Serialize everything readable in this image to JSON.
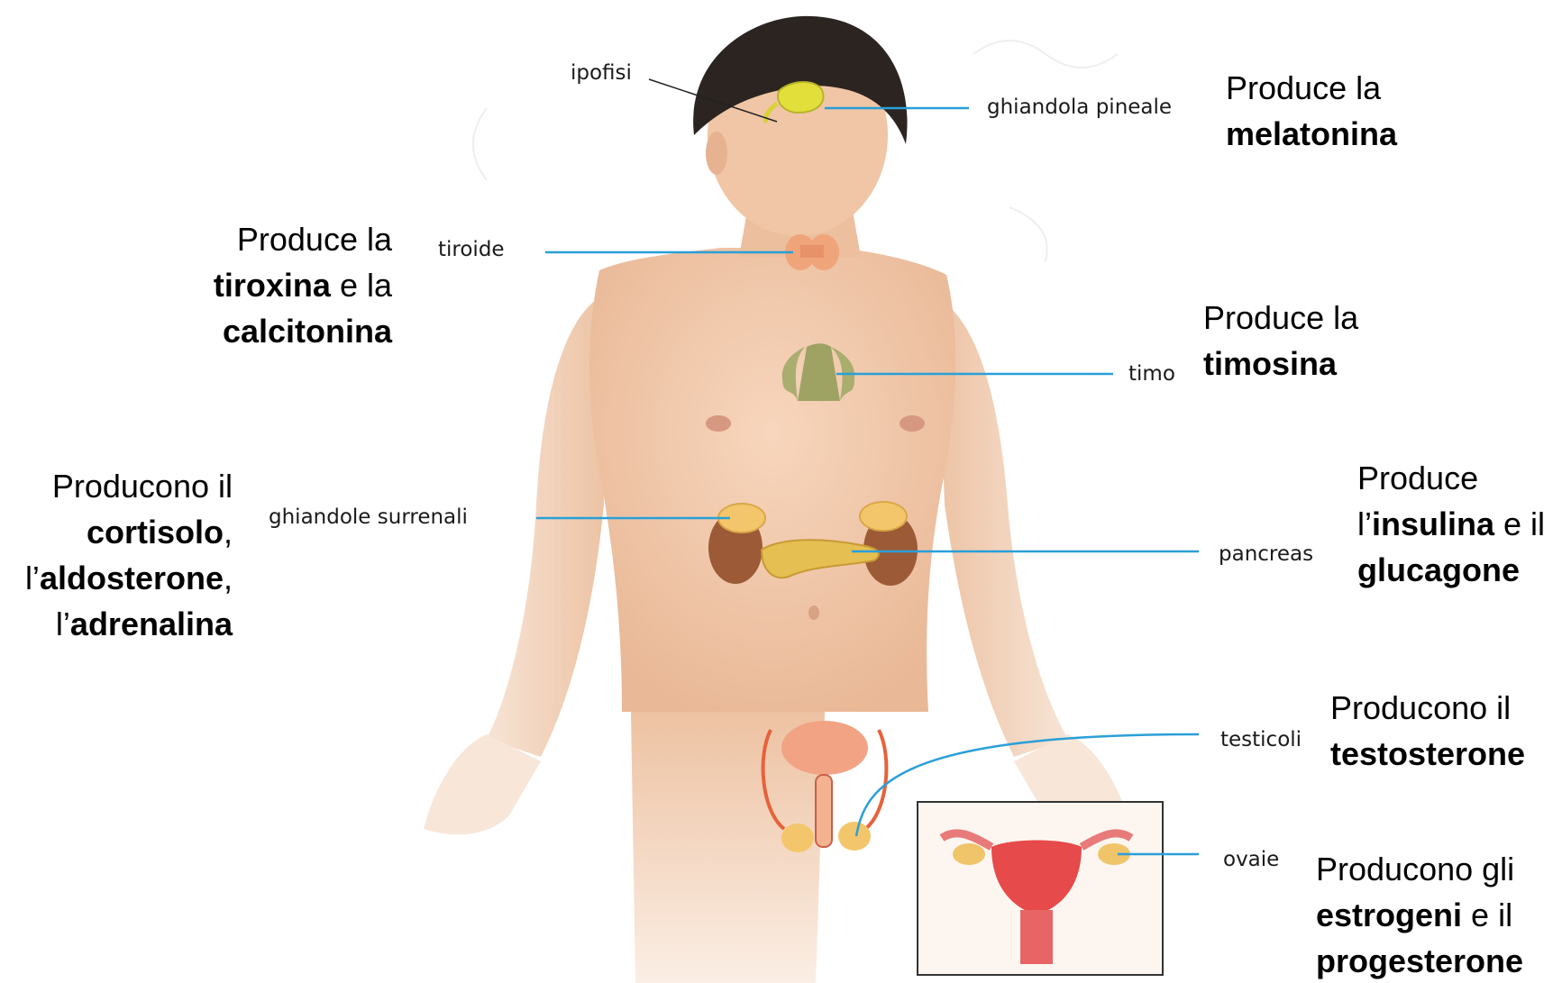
{
  "colors": {
    "leader_line": "#2a9fd8",
    "skin": "#f2c9aa",
    "hair": "#2b2420",
    "pineal": "#e3df3a",
    "thyroid": "#f0a47a",
    "thymus": "#a9ad6e",
    "adrenal": "#f3c66b",
    "kidney": "#9c5a37",
    "pancreas": "#e6bf52",
    "reproductive": "#f2a383"
  },
  "glands": {
    "ipofisi": "ipofisi",
    "pineale": "ghiandola pineale",
    "tiroide": "tiroide",
    "timo": "timo",
    "surrenali": "ghiandole surrenali",
    "pancreas": "pancreas",
    "testicoli": "testicoli",
    "ovaie": "ovaie"
  },
  "descriptions": {
    "pineale": {
      "l1": "Produce la",
      "b1": "melatonina"
    },
    "tiroide": {
      "l1": "Produce la",
      "b1": "tiroxina",
      "t1": " e la",
      "b2": "calcitonina"
    },
    "timo": {
      "l1": "Produce la",
      "b1": "timosina"
    },
    "surrenali": {
      "l1": "Producono il",
      "b1": "cortisolo",
      "t1": ",",
      "p2": "l’",
      "b2": "aldosterone",
      "t2": ",",
      "p3": "l’",
      "b3": "adrenalina"
    },
    "pancreas": {
      "l1": "Produce",
      "p2": "l’",
      "b1": "insulina",
      "t1": " e il",
      "b2": "glucagone"
    },
    "testicoli": {
      "l1": "Producono il",
      "b1": "testosterone"
    },
    "ovaie": {
      "l1": "Producono gli",
      "b1": "estrogeni",
      "t1": " e il",
      "b2": "progesterone"
    }
  }
}
